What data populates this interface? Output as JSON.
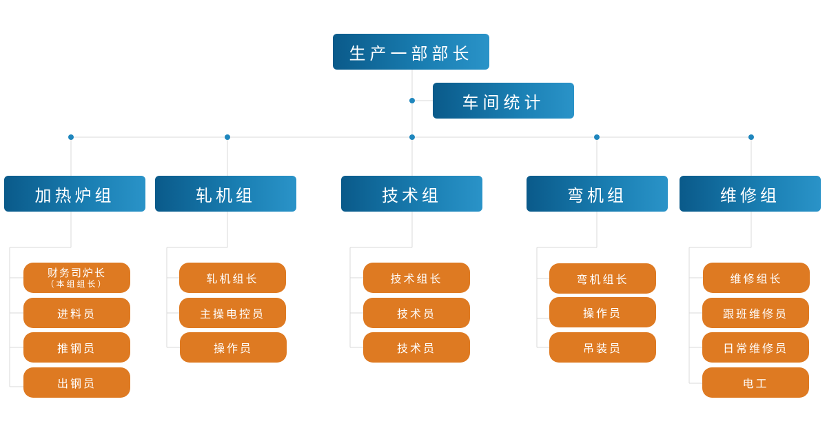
{
  "top": {
    "title": "生产一部部长",
    "assistant": "车间统计"
  },
  "groups": [
    {
      "name": "加热炉组",
      "members": [
        {
          "text": "财务司炉长",
          "sub": "（本组组长）"
        },
        {
          "text": "进料员"
        },
        {
          "text": "推钢员"
        },
        {
          "text": "出钢员"
        }
      ]
    },
    {
      "name": "轧机组",
      "members": [
        {
          "text": "轧机组长"
        },
        {
          "text": "主操电控员"
        },
        {
          "text": "操作员"
        }
      ]
    },
    {
      "name": "技术组",
      "members": [
        {
          "text": "技术组长"
        },
        {
          "text": "技术员"
        },
        {
          "text": "技术员"
        }
      ]
    },
    {
      "name": "弯机组",
      "members": [
        {
          "text": "弯机组长"
        },
        {
          "text": "操作员"
        },
        {
          "text": "吊装员"
        }
      ]
    },
    {
      "name": "维修组",
      "members": [
        {
          "text": "维修组长"
        },
        {
          "text": "跟班维修员"
        },
        {
          "text": "日常维修员"
        },
        {
          "text": "电工"
        }
      ]
    }
  ],
  "colors": {
    "blue_dark": "#0a5a8a",
    "blue_light": "#2a93c8",
    "orange": "#de7a22",
    "line": "#d9d9d9",
    "dot": "#1f86bd"
  }
}
